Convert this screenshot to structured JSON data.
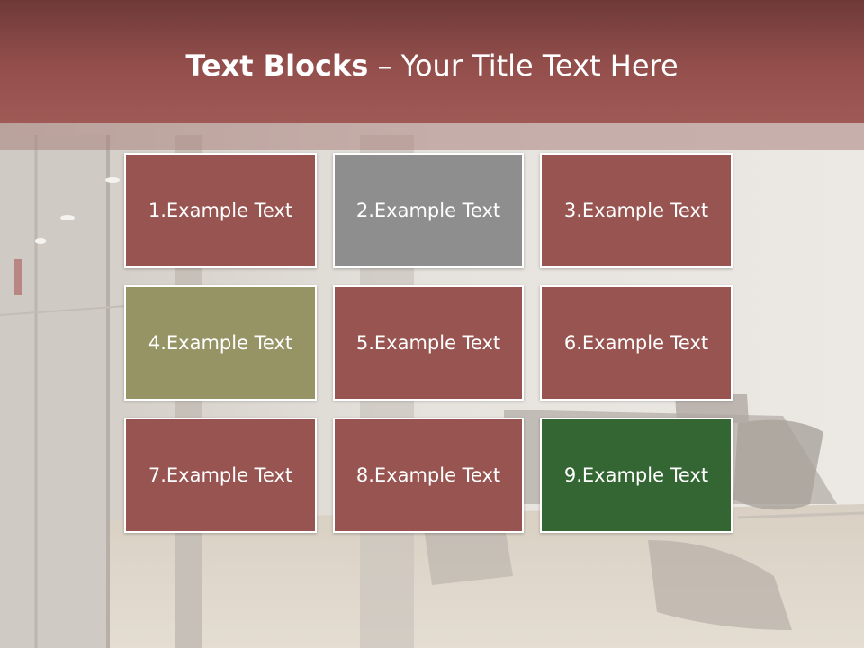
{
  "slide": {
    "title_bold": "Text Blocks",
    "title_separator": "–",
    "title_rest": "Your Title Text Here"
  },
  "colors": {
    "header_dark": "#6e3a38",
    "header_light": "#a05a56",
    "block_red": "#975450",
    "block_gray": "#8e8e8e",
    "block_olive": "#969465",
    "block_green": "#336633"
  },
  "blocks": [
    {
      "label": "1.Example Text",
      "color": "#975450"
    },
    {
      "label": "2.Example Text",
      "color": "#8e8e8e"
    },
    {
      "label": "3.Example Text",
      "color": "#975450"
    },
    {
      "label": "4.Example Text",
      "color": "#969465"
    },
    {
      "label": "5.Example Text",
      "color": "#975450"
    },
    {
      "label": "6.Example Text",
      "color": "#975450"
    },
    {
      "label": "7.Example Text",
      "color": "#975450"
    },
    {
      "label": "8.Example Text",
      "color": "#975450"
    },
    {
      "label": "9.Example Text",
      "color": "#336633"
    }
  ]
}
